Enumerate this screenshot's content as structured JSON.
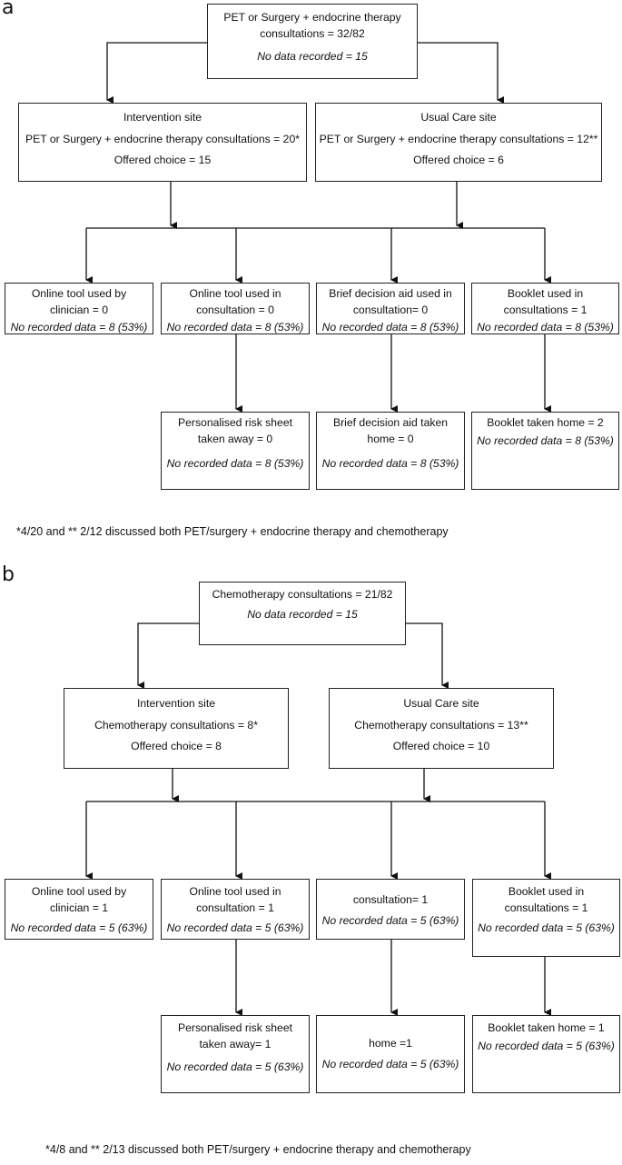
{
  "panel_a": {
    "label": "a",
    "top": {
      "line1": "PET or Surgery + endocrine therapy",
      "line2": "consultations = 32/82",
      "nodata": "No data recorded = 15"
    },
    "intervention": {
      "title": "Intervention site",
      "consult": "PET or Surgery + endocrine therapy consultations = 20*",
      "offered": "Offered choice = 15"
    },
    "usual": {
      "title": "Usual Care site",
      "consult": "PET or Surgery + endocrine therapy consultations = 12**",
      "offered": "Offered choice = 6"
    },
    "row1": [
      {
        "l1": "Online tool used by",
        "l2": "clinician = 0",
        "nd": "No recorded data = 8 (53%)"
      },
      {
        "l1": "Online tool used in",
        "l2": "consultation = 0",
        "nd": "No recorded data = 8 (53%)"
      },
      {
        "l1": "Brief decision aid used in",
        "l2": "consultation= 0",
        "nd": "No recorded data = 8 (53%)"
      },
      {
        "l1": "Booklet used in",
        "l2": "consultations = 1",
        "nd": "No recorded data = 8 (53%)"
      }
    ],
    "row2": [
      {
        "l1": "Personalised risk sheet",
        "l2": "taken away = 0",
        "nd": "No recorded data = 8 (53%)"
      },
      {
        "l1": "Brief decision aid taken",
        "l2": "home = 0",
        "nd": "No recorded data = 8 (53%)"
      },
      {
        "l1": "Booklet taken home = 2",
        "l2": "",
        "nd": "No recorded data = 8 (53%)"
      }
    ],
    "footnote": "*4/20 and ** 2/12 discussed both PET/surgery + endocrine therapy and chemotherapy"
  },
  "panel_b": {
    "label": "b",
    "top": {
      "line1": "Chemotherapy consultations = 21/82",
      "nodata": "No data recorded = 15"
    },
    "intervention": {
      "title": "Intervention site",
      "consult": "Chemotherapy consultations = 8*",
      "offered": "Offered choice = 8"
    },
    "usual": {
      "title": "Usual Care site",
      "consult": "Chemotherapy consultations = 13**",
      "offered": "Offered choice = 10"
    },
    "row1": [
      {
        "l1": "Online tool used by",
        "l2": "clinician = 1",
        "nd": "No recorded data = 5 (63%)"
      },
      {
        "l1": "Online tool used in",
        "l2": "consultation = 1",
        "nd": "No recorded data = 5 (63%)"
      },
      {
        "l1": "consultation= 1",
        "l2": "",
        "nd": "No recorded data = 5 (63%)"
      },
      {
        "l1": "Booklet used in",
        "l2": "consultations = 1",
        "nd": "No recorded data = 5 (63%)"
      }
    ],
    "row2": [
      {
        "l1": "Personalised risk sheet",
        "l2": "taken away= 1",
        "nd": "No recorded data = 5 (63%)"
      },
      {
        "l1": "home =1",
        "l2": "",
        "nd": "No recorded data = 5 (63%)"
      },
      {
        "l1": "Booklet taken home = 1",
        "l2": "",
        "nd": "No recorded data = 5 (63%)"
      }
    ],
    "footnote": "*4/8 and ** 2/13 discussed both PET/surgery + endocrine therapy and chemotherapy"
  }
}
